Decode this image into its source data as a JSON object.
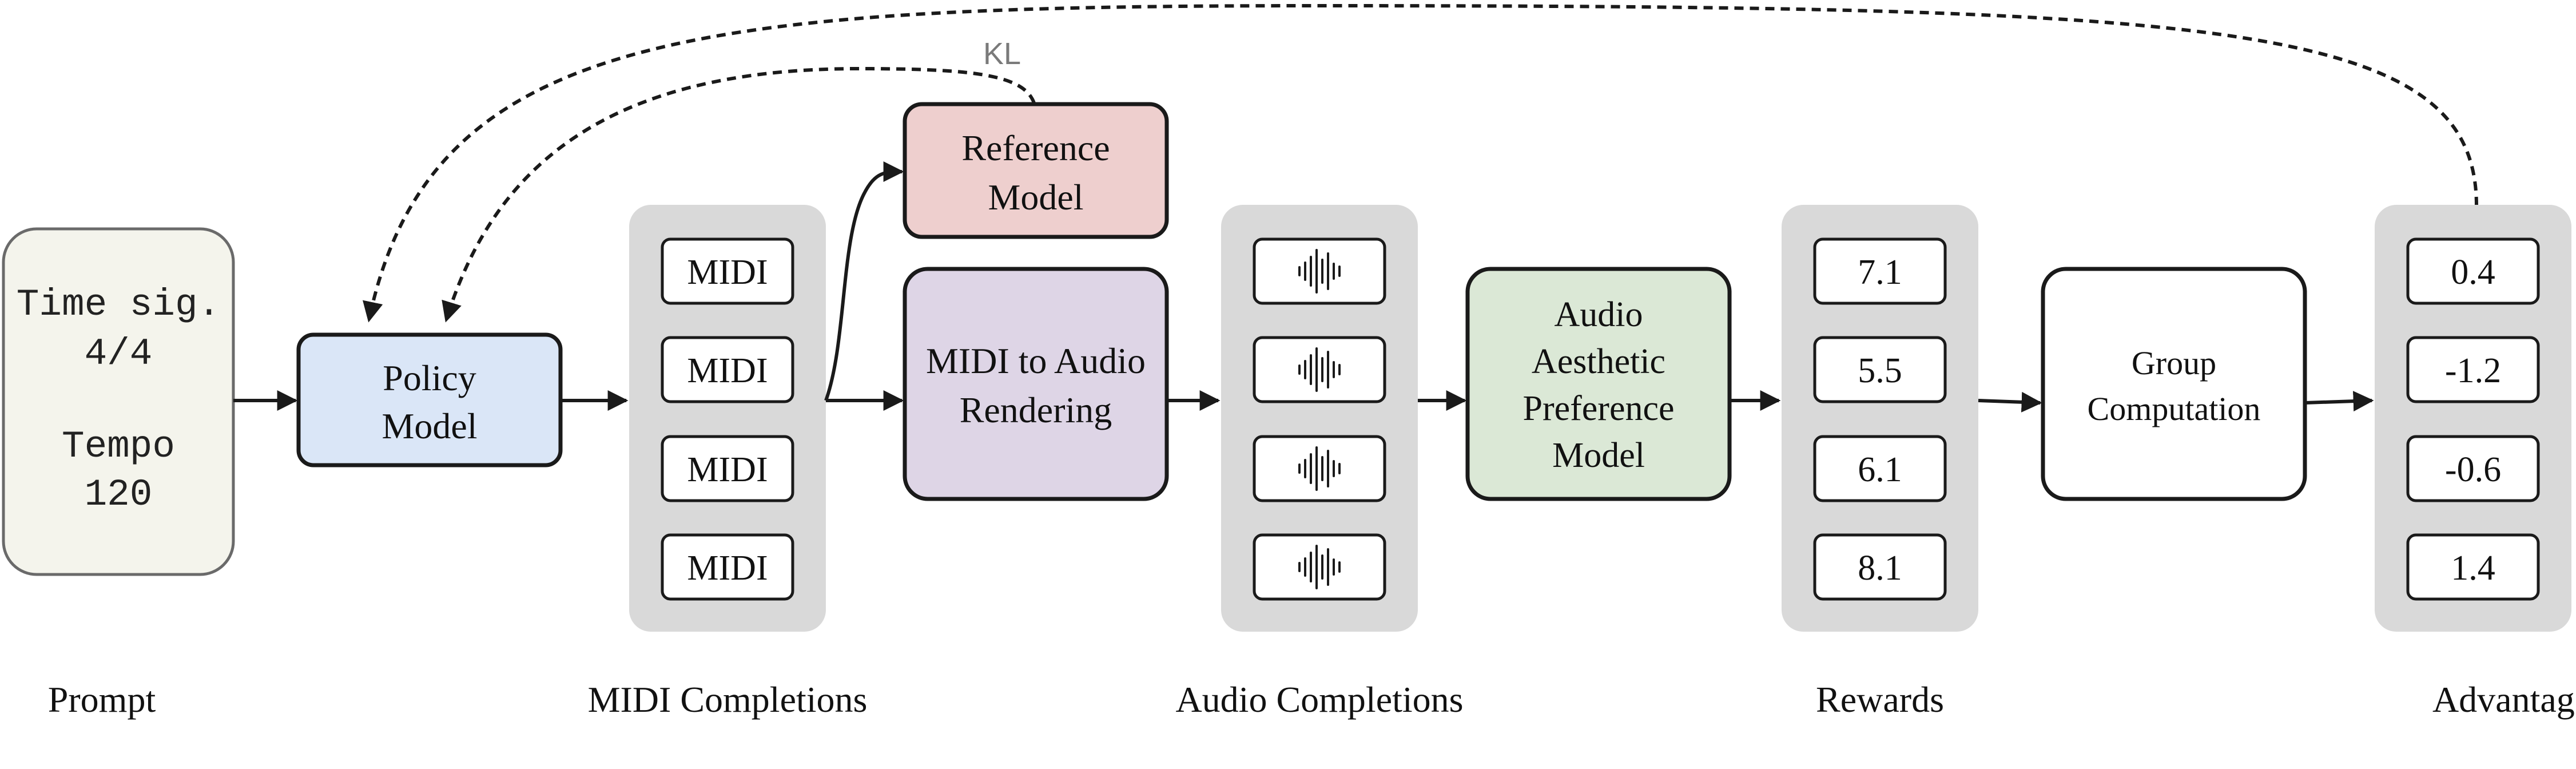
{
  "prompt": {
    "time_sig_label": "Time sig.",
    "time_sig_value": "4/4",
    "tempo_label": "Tempo",
    "tempo_value": "120",
    "caption": "Prompt",
    "fill": "#f4f4ec"
  },
  "policy_model": {
    "line1": "Policy",
    "line2": "Model",
    "fill": "#dae6f7"
  },
  "reference_model": {
    "line1": "Reference",
    "line2": "Model",
    "fill": "#eecfce"
  },
  "kl_label": "KL",
  "midi_completions": {
    "items": [
      "MIDI",
      "MIDI",
      "MIDI",
      "MIDI"
    ],
    "caption": "MIDI Completions"
  },
  "midi_to_audio": {
    "line1": "MIDI to Audio",
    "line2": "Rendering",
    "fill": "#ded5e6"
  },
  "audio_completions": {
    "items": [
      "waveform-icon",
      "waveform-icon",
      "waveform-icon",
      "waveform-icon"
    ],
    "caption": "Audio Completions"
  },
  "aesthetic_model": {
    "line1": "Audio",
    "line2": "Aesthetic",
    "line3": "Preference",
    "line4": "Model",
    "fill": "#dbe8d6"
  },
  "rewards": {
    "items": [
      "7.1",
      "5.5",
      "6.1",
      "8.1"
    ],
    "caption": "Rewards"
  },
  "group_computation": {
    "line1": "Group",
    "line2": "Computation"
  },
  "advantages": {
    "items": [
      "0.4",
      "-1.2",
      "-0.6",
      "1.4"
    ],
    "caption": "Advantages"
  },
  "colors": {
    "group_background": "#d9d9d9",
    "stroke": "#1a1a1a"
  }
}
